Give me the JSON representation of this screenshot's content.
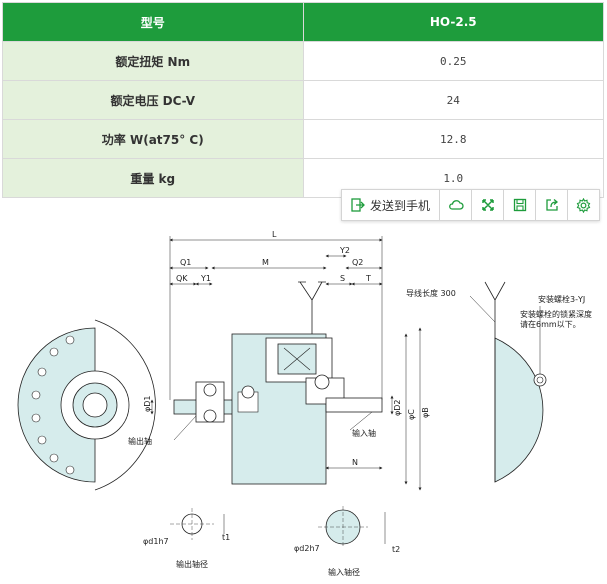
{
  "spec_table": {
    "header": {
      "label": "型号",
      "value": "HO-2.5"
    },
    "rows": [
      {
        "label": "额定扭矩 Nm",
        "value": "0.25"
      },
      {
        "label": "额定电压 DC-V",
        "value": "24"
      },
      {
        "label": "功率 W(at75° C)",
        "value": "12.8"
      },
      {
        "label": "重量 kg",
        "value": "1.0"
      }
    ]
  },
  "toolbar": {
    "send_label": "发送到手机",
    "icons": [
      "send-to-phone-icon",
      "cloud-icon",
      "fullscreen-icon",
      "save-icon",
      "share-icon",
      "settings-icon"
    ],
    "accent": "#1e9c3c"
  },
  "drawing": {
    "dims": {
      "L": "L",
      "Q1": "Q1",
      "QK": "QK",
      "Y1": "Y1",
      "M": "M",
      "Y2": "Y2",
      "Q2": "Q2",
      "S": "S",
      "T": "T",
      "N": "N",
      "D1": "φD1",
      "D2": "φD2",
      "C": "φC",
      "B": "φB",
      "d1": "φd1h7",
      "d2": "φd2h7",
      "t1": "t1",
      "t2": "t2"
    },
    "labels": {
      "output_shaft": "输出轴",
      "input_shaft": "输入轴",
      "output_shaft_dia": "输出轴径",
      "input_shaft_dia": "输入轴径",
      "lead_length": "导线长度 300",
      "mounting_bolt": "安装螺栓3-YJ",
      "bolt_note_1": "安装螺栓的锁紧深度",
      "bolt_note_2": "请在6mm以下。"
    },
    "colors": {
      "body_fill": "#d6ecec",
      "line": "#222222"
    }
  }
}
